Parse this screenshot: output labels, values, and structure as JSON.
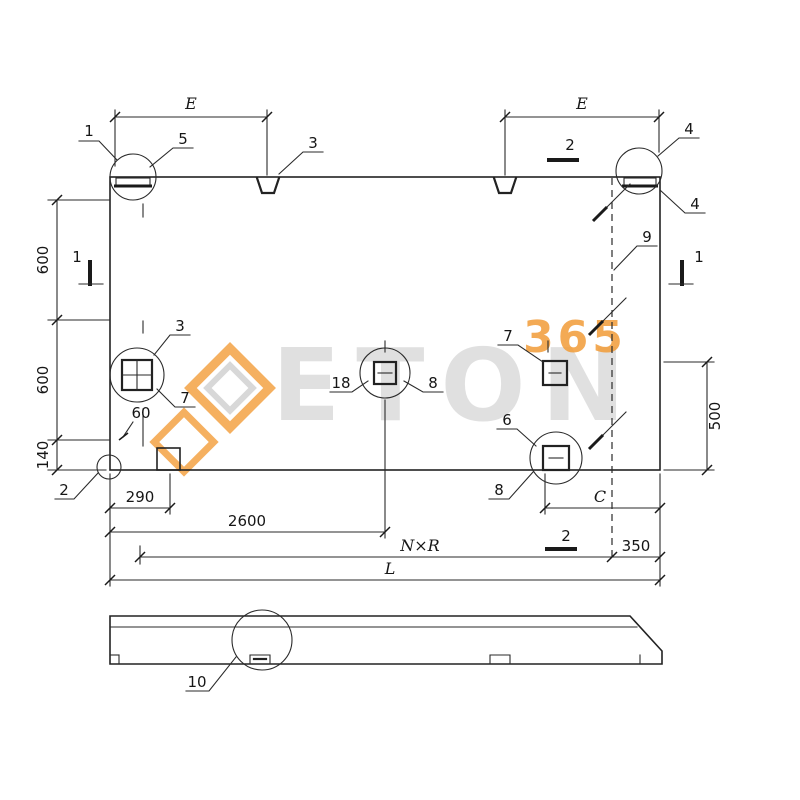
{
  "colors": {
    "ink": "#222222",
    "wm_orange": "#f29c38",
    "wm_gray": "#c8c8c8"
  },
  "watermark": {
    "brand": "ETON",
    "number": "365"
  },
  "labels": {
    "c1": "1",
    "c5": "5",
    "c3_top": "3",
    "sec2_top": "2",
    "c4_out": "4",
    "c4_in": "4",
    "e_left": "E",
    "e_right": "E",
    "c9": "9",
    "sec1_left": "1",
    "sec1_right": "1",
    "d600a": "600",
    "d600b": "600",
    "d140": "140",
    "d500": "500",
    "c3_mid": "3",
    "c7_left": "7",
    "d60": "60",
    "c18": "18",
    "c8_mid": "8",
    "c7_right": "7",
    "c6": "6",
    "c8_bot": "8",
    "c2": "2",
    "d290": "290",
    "d2600": "2600",
    "dnxr": "N×R",
    "dc": "C",
    "sec2_bot": "2",
    "d350": "350",
    "dl": "L",
    "c10": "10"
  }
}
